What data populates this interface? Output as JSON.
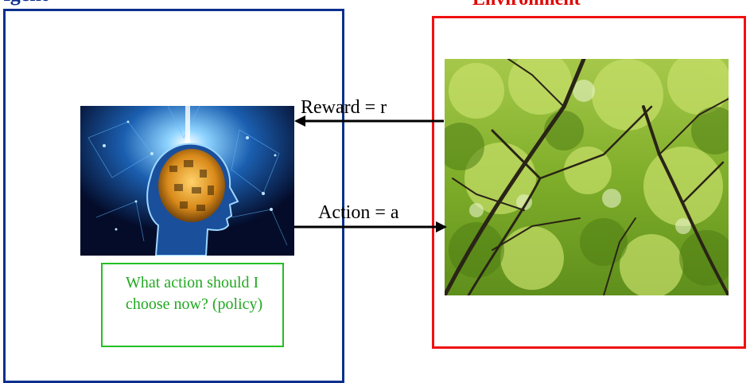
{
  "agent": {
    "title": "Agent",
    "border_color": "#0b2f8f"
  },
  "environment": {
    "title": "Environment",
    "border_color": "#f01010",
    "title_color": "#e00000"
  },
  "arrows": {
    "reward_label": "Reward = r",
    "action_label": "Action = a"
  },
  "policy": {
    "text": "What action should I choose now? (policy)",
    "color": "#22a822"
  },
  "images": {
    "brain": "ai-head-brain-image",
    "forest": "forest-canopy-image"
  }
}
